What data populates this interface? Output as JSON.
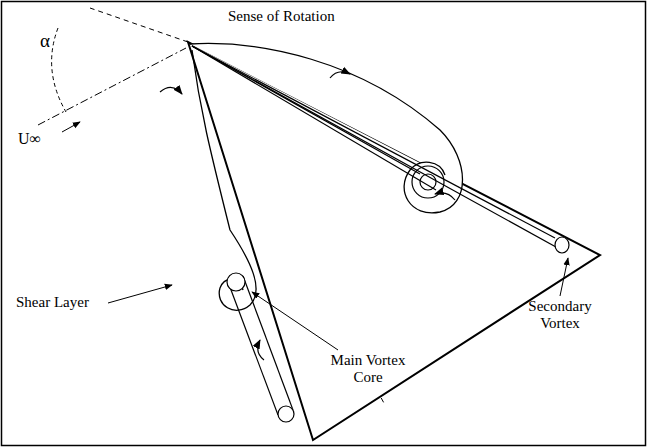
{
  "diagram": {
    "labels": [
      "α",
      "Sense of Rotation",
      "U∞",
      "Shear Layer",
      "Main Vortex Core",
      "Secondary Vortex"
    ]
  }
}
